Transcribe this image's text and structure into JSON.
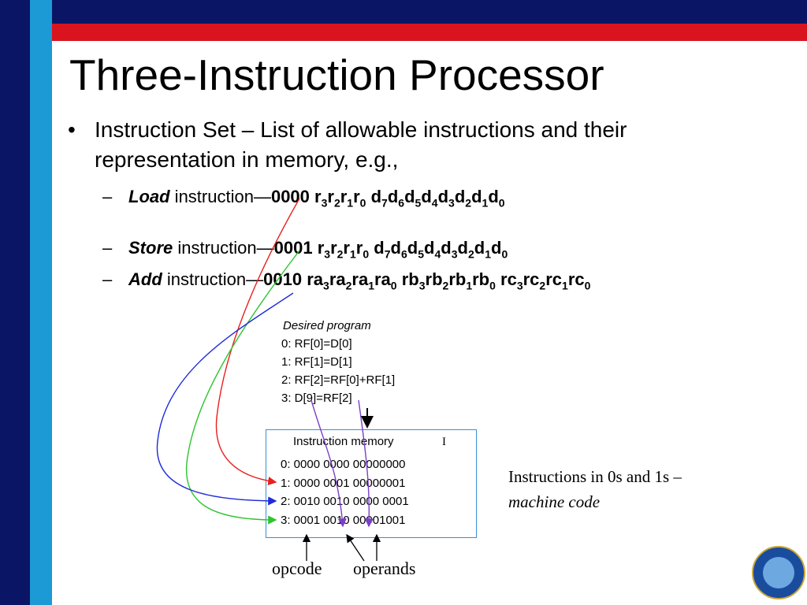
{
  "title": "Three-Instruction Processor",
  "bullet": {
    "symbol": "•",
    "text": "Instruction Set – List of allowable instructions and their representation in memory, e.g.,"
  },
  "subs": [
    {
      "dash": "–",
      "name": "Load",
      "mid": " instruction—",
      "code_html": "0000 r<sub>3</sub>r<sub>2</sub>r<sub>1</sub>r<sub>0</sub> d<sub>7</sub>d<sub>6</sub>d<sub>5</sub>d<sub>4</sub>d<sub>3</sub>d<sub>2</sub>d<sub>1</sub>d<sub>0</sub>"
    },
    {
      "dash": "–",
      "name": "Store",
      "mid": " instruction—",
      "code_html": "0001 r<sub>3</sub>r<sub>2</sub>r<sub>1</sub>r<sub>0</sub> d<sub>7</sub>d<sub>6</sub>d<sub>5</sub>d<sub>4</sub>d<sub>3</sub>d<sub>2</sub>d<sub>1</sub>d<sub>0</sub>"
    },
    {
      "dash": "–",
      "name": "Add",
      "mid": " instruction—",
      "code_html": "0010 ra<sub>3</sub>ra<sub>2</sub>ra<sub>1</sub>ra<sub>0</sub> rb<sub>3</sub>rb<sub>2</sub>rb<sub>1</sub>rb<sub>0</sub> rc<sub>3</sub>rc<sub>2</sub>rc<sub>1</sub>rc<sub>0</sub>"
    }
  ],
  "desired_program": {
    "header": "Desired program",
    "lines": [
      "0: RF[0]=D[0]",
      "1: RF[1]=D[1]",
      "2: RF[2]=RF[0]+RF[1]",
      "3: D[9]=RF[2]"
    ]
  },
  "instruction_memory": {
    "title": "Instruction memory",
    "marker": "I",
    "lines": [
      "0: 0000 0000 00000000",
      "1: 0000 0001 00000001",
      "2: 0010 0010 0000 0001",
      "3: 0001 0010 00001001"
    ]
  },
  "caption": {
    "line1": "Instructions in 0s and 1s –",
    "line2": "machine code"
  },
  "labels": {
    "opcode": "opcode",
    "operands": "operands"
  },
  "colors": {
    "navy": "#0a1565",
    "red": "#d9141f",
    "cyan": "#1c9ad6",
    "arrow_red": "#e8201e",
    "arrow_green": "#2ec42e",
    "arrow_blue": "#1f2bd8",
    "arrow_purple": "#7a3fc9",
    "box_border": "#3a8fd0"
  },
  "logo": {
    "name": "university-seal-logo"
  }
}
